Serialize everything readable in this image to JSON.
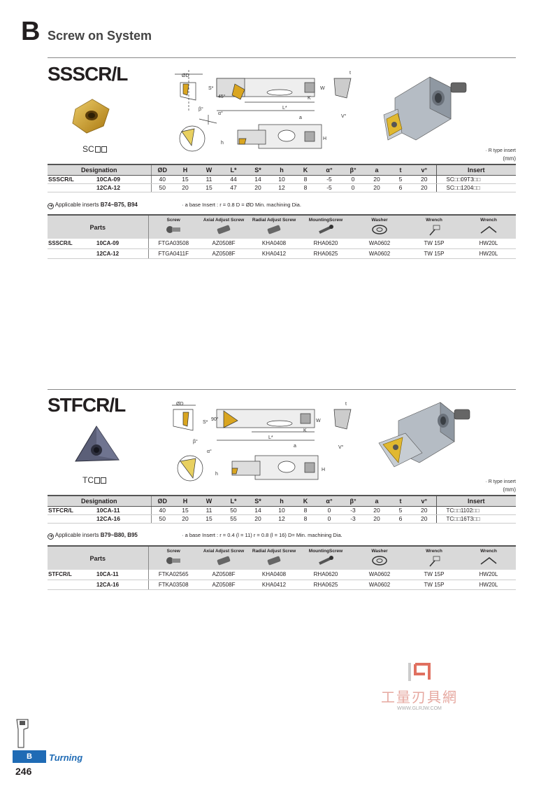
{
  "header": {
    "letter": "B",
    "title": "Screw on System"
  },
  "sections": [
    {
      "title": "SSSCR/L",
      "insert_code": "SC",
      "note_rtype": "· R type insert",
      "note_unit": "(mm)",
      "dim_headers": [
        "Designation",
        "ØD",
        "H",
        "W",
        "L*",
        "S*",
        "h",
        "K",
        "α°",
        "β°",
        "a",
        "t",
        "v°",
        "Insert"
      ],
      "dim_rows": [
        {
          "d1": "SSSCR/L",
          "d2": "10CA-09",
          "vals": [
            "40",
            "15",
            "11",
            "44",
            "14",
            "10",
            "8",
            "-5",
            "0",
            "20",
            "5",
            "20"
          ],
          "insert": "SC□□09T3□□"
        },
        {
          "d1": "",
          "d2": "12CA-12",
          "vals": [
            "50",
            "20",
            "15",
            "47",
            "20",
            "12",
            "8",
            "-5",
            "0",
            "20",
            "6",
            "20"
          ],
          "insert": "SC□□1204□□"
        }
      ],
      "applicable_label": "Applicable inserts",
      "applicable_range": "B74~B75, B94",
      "applicable_note": "· a base Insert : r = 0.8     D = ØD Min. machining Dia.",
      "parts_headers": [
        "Parts",
        "Screw",
        "Axial Adjust Screw",
        "Radial Adjust Screw",
        "MountingScrew",
        "Washer",
        "Wrench",
        "Wrench"
      ],
      "parts_rows": [
        {
          "d1": "SSSCR/L",
          "d2": "10CA-09",
          "vals": [
            "FTGA03508",
            "AZ0508F",
            "KHA0408",
            "RHA0620",
            "WA0602",
            "TW 15P",
            "HW20L"
          ]
        },
        {
          "d1": "",
          "d2": "12CA-12",
          "vals": [
            "FTGA0411F",
            "AZ0508F",
            "KHA0412",
            "RHA0625",
            "WA0602",
            "TW 15P",
            "HW20L"
          ]
        }
      ]
    },
    {
      "title": "STFCR/L",
      "insert_code": "TC",
      "note_rtype": "· R type insert",
      "note_unit": "(mm)",
      "dim_headers": [
        "Designation",
        "ØD",
        "H",
        "W",
        "L*",
        "S*",
        "h",
        "K",
        "α°",
        "β°",
        "a",
        "t",
        "v°",
        "Insert"
      ],
      "dim_rows": [
        {
          "d1": "STFCR/L",
          "d2": "10CA-11",
          "vals": [
            "40",
            "15",
            "11",
            "50",
            "14",
            "10",
            "8",
            "0",
            "-3",
            "20",
            "5",
            "20"
          ],
          "insert": "TC□□1102□□"
        },
        {
          "d1": "",
          "d2": "12CA-16",
          "vals": [
            "50",
            "20",
            "15",
            "55",
            "20",
            "12",
            "8",
            "0",
            "-3",
            "20",
            "6",
            "20"
          ],
          "insert": "TC□□16T3□□"
        }
      ],
      "applicable_label": "Applicable inserts",
      "applicable_range": "B79~B80, B95",
      "applicable_note": "· a base Insert : r = 0.4 (l = 11) r = 0.8 (l = 16)    D= Min. machining Dia.",
      "parts_headers": [
        "Parts",
        "Screw",
        "Axial Adjust Screw",
        "Radial Adjust Screw",
        "MountingScrew",
        "Washer",
        "Wrench",
        "Wrench"
      ],
      "parts_rows": [
        {
          "d1": "STFCR/L",
          "d2": "10CA-11",
          "vals": [
            "FTKA02565",
            "AZ0508F",
            "KHA0408",
            "RHA0620",
            "WA0602",
            "TW 15P",
            "HW20L"
          ]
        },
        {
          "d1": "",
          "d2": "12CA-16",
          "vals": [
            "FTKA03508",
            "AZ0508F",
            "KHA0412",
            "RHA0625",
            "WA0602",
            "TW 15P",
            "HW20L"
          ]
        }
      ]
    }
  ],
  "footer": {
    "tab_letter": "B",
    "tab_label": "Turning",
    "page": "246"
  },
  "watermark": {
    "cn": "工量刃具網",
    "url": "WWW.GLRJW.COM"
  },
  "colors": {
    "accent": "#1f6bb5",
    "table_header": "#d9d9d9",
    "insert_gold": "#d9a520"
  }
}
